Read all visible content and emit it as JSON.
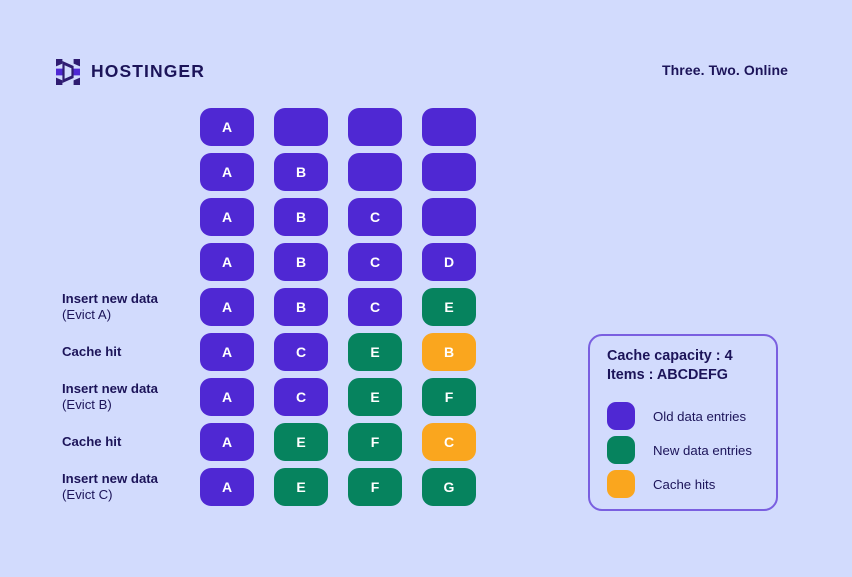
{
  "header": {
    "brand_name": "HOSTINGER",
    "brand_logo_icon": "hostinger-h-logo-icon",
    "tagline": "Three. Two. Online"
  },
  "colors": {
    "background": "#d2dbfd",
    "old_data": "#4f28d3",
    "new_data": "#06835e",
    "cache_hit": "#faa61e",
    "text": "#1c1459",
    "legend_border": "#7a5fe0"
  },
  "diagram": {
    "columns": 4,
    "row_labels": [
      {
        "main": "",
        "sub": ""
      },
      {
        "main": "",
        "sub": ""
      },
      {
        "main": "",
        "sub": ""
      },
      {
        "main": "",
        "sub": ""
      },
      {
        "main": "Insert new data",
        "sub": "(Evict A)"
      },
      {
        "main": "Cache hit",
        "sub": ""
      },
      {
        "main": "Insert new data",
        "sub": "(Evict B)"
      },
      {
        "main": "Cache hit",
        "sub": ""
      },
      {
        "main": "Insert new data",
        "sub": "(Evict C)"
      }
    ],
    "rows": [
      {
        "cells": [
          {
            "label": "A",
            "kind": "old"
          },
          {
            "label": "",
            "kind": "old"
          },
          {
            "label": "",
            "kind": "old"
          },
          {
            "label": "",
            "kind": "old"
          }
        ]
      },
      {
        "cells": [
          {
            "label": "A",
            "kind": "old"
          },
          {
            "label": "B",
            "kind": "old"
          },
          {
            "label": "",
            "kind": "old"
          },
          {
            "label": "",
            "kind": "old"
          }
        ]
      },
      {
        "cells": [
          {
            "label": "A",
            "kind": "old"
          },
          {
            "label": "B",
            "kind": "old"
          },
          {
            "label": "C",
            "kind": "old"
          },
          {
            "label": "",
            "kind": "old"
          }
        ]
      },
      {
        "cells": [
          {
            "label": "A",
            "kind": "old"
          },
          {
            "label": "B",
            "kind": "old"
          },
          {
            "label": "C",
            "kind": "old"
          },
          {
            "label": "D",
            "kind": "old"
          }
        ]
      },
      {
        "cells": [
          {
            "label": "A",
            "kind": "old"
          },
          {
            "label": "B",
            "kind": "old"
          },
          {
            "label": "C",
            "kind": "old"
          },
          {
            "label": "E",
            "kind": "new"
          }
        ]
      },
      {
        "cells": [
          {
            "label": "A",
            "kind": "old"
          },
          {
            "label": "C",
            "kind": "old"
          },
          {
            "label": "E",
            "kind": "new"
          },
          {
            "label": "B",
            "kind": "hit"
          }
        ]
      },
      {
        "cells": [
          {
            "label": "A",
            "kind": "old"
          },
          {
            "label": "C",
            "kind": "old"
          },
          {
            "label": "E",
            "kind": "new"
          },
          {
            "label": "F",
            "kind": "new"
          }
        ]
      },
      {
        "cells": [
          {
            "label": "A",
            "kind": "old"
          },
          {
            "label": "E",
            "kind": "new"
          },
          {
            "label": "F",
            "kind": "new"
          },
          {
            "label": "C",
            "kind": "hit"
          }
        ]
      },
      {
        "cells": [
          {
            "label": "A",
            "kind": "old"
          },
          {
            "label": "E",
            "kind": "new"
          },
          {
            "label": "F",
            "kind": "new"
          },
          {
            "label": "G",
            "kind": "new"
          }
        ]
      }
    ]
  },
  "legend": {
    "title_line1": "Cache capacity : 4",
    "title_line2": "Items : ABCDEFG",
    "items": [
      {
        "kind": "old",
        "label": "Old data entries"
      },
      {
        "kind": "new",
        "label": "New data entries"
      },
      {
        "kind": "hit",
        "label": "Cache hits"
      }
    ]
  }
}
